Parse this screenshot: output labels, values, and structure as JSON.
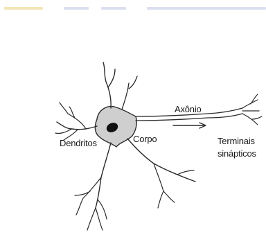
{
  "colors": {
    "bar_yellow": "#f2e6b8",
    "bar_lavender": "#dcdff0",
    "soma_fill": "#cfcfcf",
    "outline": "#2a2a2a",
    "nucleus": "#111111"
  },
  "diagram": {
    "labels": {
      "axon": "Axônio",
      "dendrites": "Dendritos",
      "body": "Corpo",
      "terminals_line1": "Terminais",
      "terminals_line2": "sinápticos"
    }
  }
}
